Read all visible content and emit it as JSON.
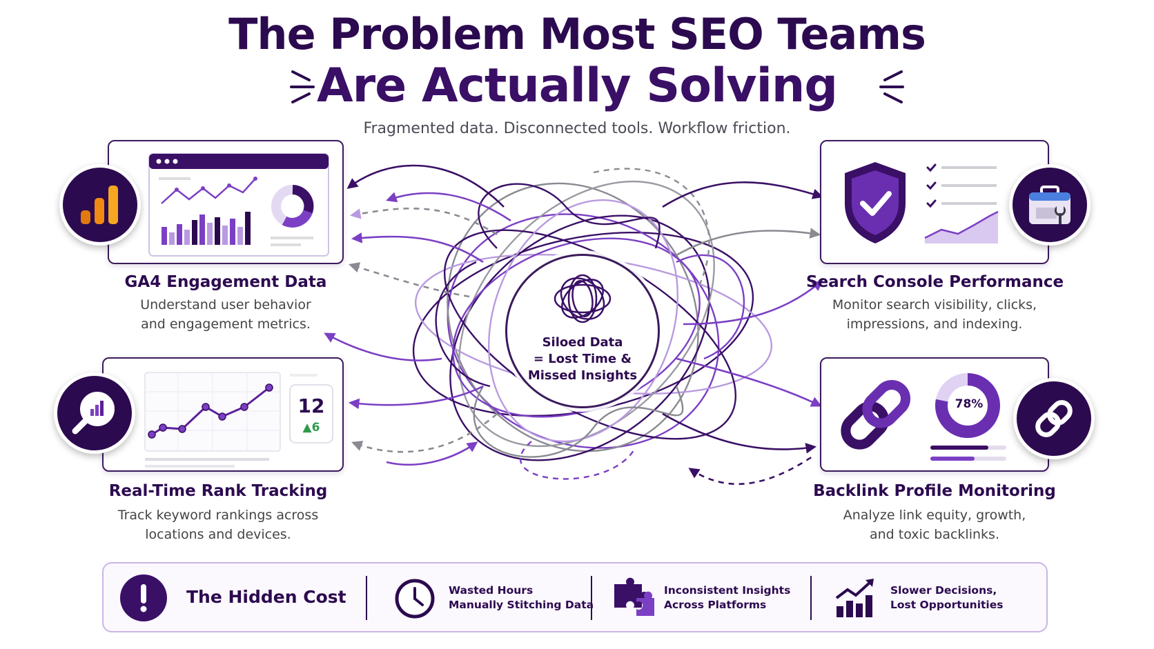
{
  "header": {
    "title_line1": "The Problem Most SEO Teams",
    "title_line2": "Are Actually Solving",
    "subtitle": "Fragmented data. Disconnected tools. Workflow friction."
  },
  "features": {
    "ga4": {
      "title": "GA4 Engagement Data",
      "desc_line1": "Understand user behavior",
      "desc_line2": "and engagement metrics.",
      "icon": "analytics-bars-icon"
    },
    "search_console": {
      "title": "Search Console Performance",
      "desc_line1": "Monitor search visibility, clicks,",
      "desc_line2": "impressions, and indexing.",
      "icon": "toolbox-wrench-icon"
    },
    "rank": {
      "title": "Real-Time Rank Tracking",
      "desc_line1": "Track keyword rankings across",
      "desc_line2": "locations and devices.",
      "icon": "magnifier-chart-icon",
      "rank_value": "12",
      "rank_change": "▲6"
    },
    "backlink": {
      "title": "Backlink Profile Monitoring",
      "desc_line1": "Analyze link equity, growth,",
      "desc_line2": "and toxic backlinks.",
      "icon": "chain-link-icon",
      "donut_percent": "78%",
      "donut_value": 0.78
    }
  },
  "center": {
    "line1": "Siloed Data",
    "line2": "= Lost Time &",
    "line3": "Missed Insights"
  },
  "bottom": {
    "title": "The Hidden Cost",
    "items": [
      {
        "line1": "Wasted Hours",
        "line2": "Manually Stitching Data",
        "icon": "clock-icon"
      },
      {
        "line1": "Inconsistent Insights",
        "line2": "Across Platforms",
        "icon": "puzzle-icon"
      },
      {
        "line1": "Slower Decisions,",
        "line2": "Lost Opportunities",
        "icon": "growth-chart-icon"
      }
    ]
  },
  "colors": {
    "primary": "#2c0a4f",
    "accent": "#7b3fc4",
    "light_accent": "#b99ae0",
    "orange": "#f08a12",
    "gray": "#9a9aa3"
  }
}
